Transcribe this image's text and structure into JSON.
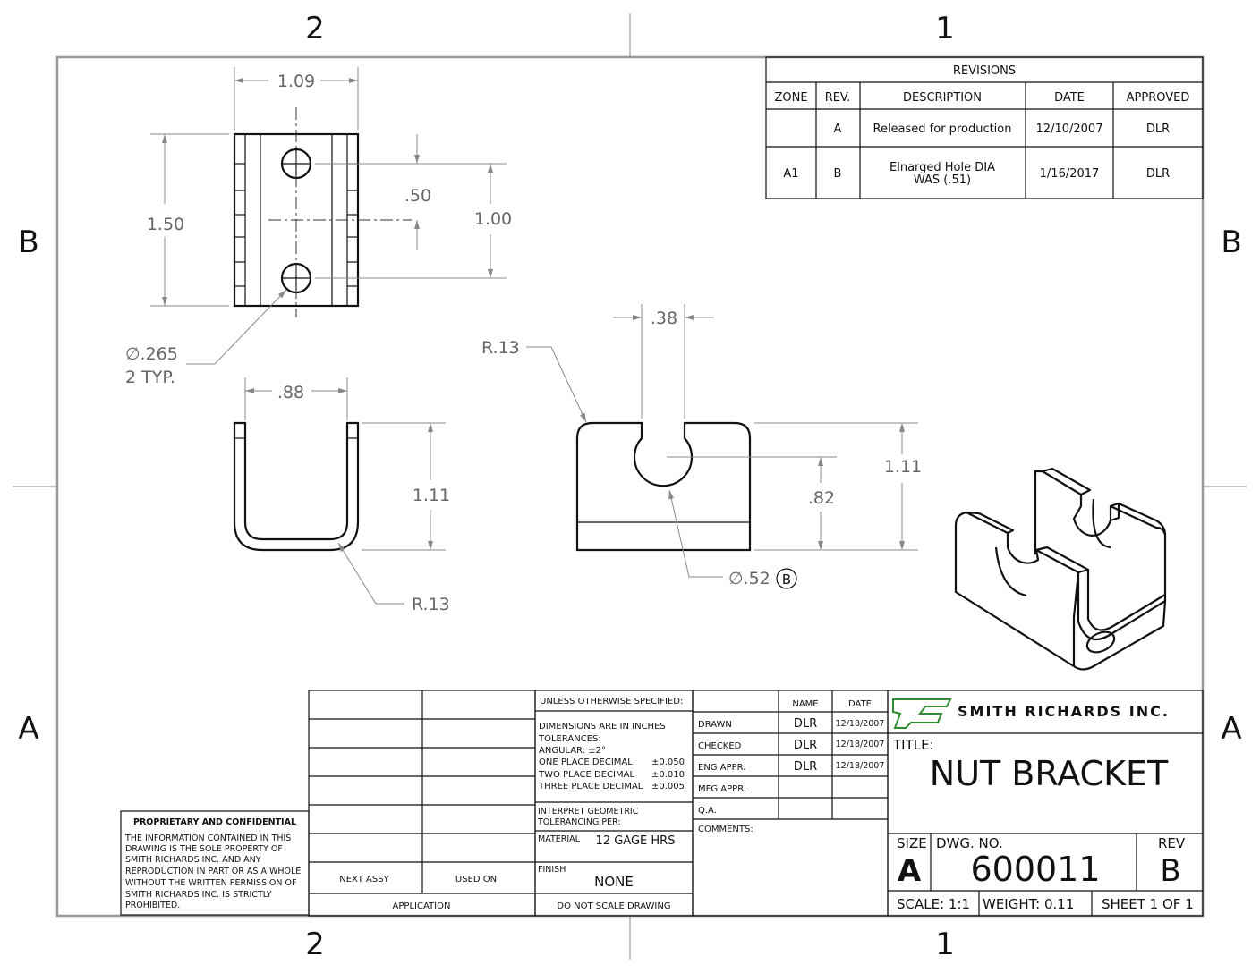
{
  "zones": {
    "top": [
      "2",
      "1"
    ],
    "bottom": [
      "2",
      "1"
    ],
    "left": [
      "B",
      "A"
    ],
    "right": [
      "B",
      "A"
    ]
  },
  "dims": {
    "w_109": "1.09",
    "h_150": "1.50",
    "sp_050": ".50",
    "sp_100": "1.00",
    "hole_dia": "∅.265",
    "hole_typ": "2 TYP.",
    "w_088": ".88",
    "h_111_a": "1.11",
    "r_013_a": "R.13",
    "slot_038": ".38",
    "r_013_b": "R.13",
    "h_111_b": "1.11",
    "h_082": ".82",
    "slot_dia": "∅.52",
    "slot_balloon": "B"
  },
  "revisions": {
    "title": "REVISIONS",
    "headers": [
      "ZONE",
      "REV.",
      "DESCRIPTION",
      "DATE",
      "APPROVED"
    ],
    "rows": [
      {
        "zone": "",
        "rev": "A",
        "desc1": "Released for production",
        "desc2": "",
        "date": "12/10/2007",
        "approved": "DLR"
      },
      {
        "zone": "A1",
        "rev": "B",
        "desc1": "Elnarged Hole DIA",
        "desc2": "WAS (.51)",
        "date": "1/16/2017",
        "approved": "DLR"
      }
    ]
  },
  "proprietary": {
    "title": "PROPRIETARY AND CONFIDENTIAL",
    "lines": [
      "THE INFORMATION CONTAINED IN THIS",
      "DRAWING IS THE SOLE PROPERTY OF",
      "SMITH RICHARDS INC.  AND ANY",
      "REPRODUCTION IN PART OR AS A WHOLE",
      "WITHOUT THE WRITTEN PERMISSION OF",
      "SMITH RICHARDS INC. IS STRICTLY",
      "PROHIBITED."
    ]
  },
  "assy": {
    "next_assy": "NEXT ASSY",
    "used_on": "USED ON",
    "application": "APPLICATION"
  },
  "tolerances": {
    "header": "UNLESS OTHERWISE SPECIFIED:",
    "lines": [
      "DIMENSIONS ARE IN INCHES",
      "TOLERANCES:",
      "ANGULAR: ±2°"
    ],
    "decimals": [
      {
        "label": "ONE PLACE DECIMAL",
        "value": "±0.050"
      },
      {
        "label": "TWO PLACE DECIMAL",
        "value": "±0.010"
      },
      {
        "label": "THREE PLACE DECIMAL",
        "value": "±0.005"
      }
    ],
    "interpret1": "INTERPRET GEOMETRIC",
    "interpret2": "TOLERANCING PER:",
    "material_label": "MATERIAL",
    "material": "12 GAGE HRS",
    "finish_label": "FINISH",
    "finish": "NONE",
    "noscale": "DO NOT SCALE DRAWING"
  },
  "approvals": {
    "name_header": "NAME",
    "date_header": "DATE",
    "rows": [
      {
        "label": "DRAWN",
        "name": "DLR",
        "date": "12/18/2007"
      },
      {
        "label": "CHECKED",
        "name": "DLR",
        "date": "12/18/2007"
      },
      {
        "label": "ENG APPR.",
        "name": "DLR",
        "date": "12/18/2007"
      },
      {
        "label": "MFG APPR.",
        "name": "",
        "date": ""
      },
      {
        "label": "Q.A.",
        "name": "",
        "date": ""
      }
    ],
    "comments": "COMMENTS:"
  },
  "titleblock": {
    "company": "SMITH RICHARDS INC.",
    "title_label": "TITLE:",
    "title": "NUT BRACKET",
    "size_label": "SIZE",
    "size": "A",
    "dwg_label": "DWG.  NO.",
    "dwg_no": "600011",
    "rev_label": "REV",
    "rev": "B",
    "scale": "SCALE: 1:1",
    "weight": "WEIGHT: 0.11",
    "sheet": "SHEET 1 OF 1"
  },
  "colors": {
    "logo": "#2e8b2e"
  }
}
